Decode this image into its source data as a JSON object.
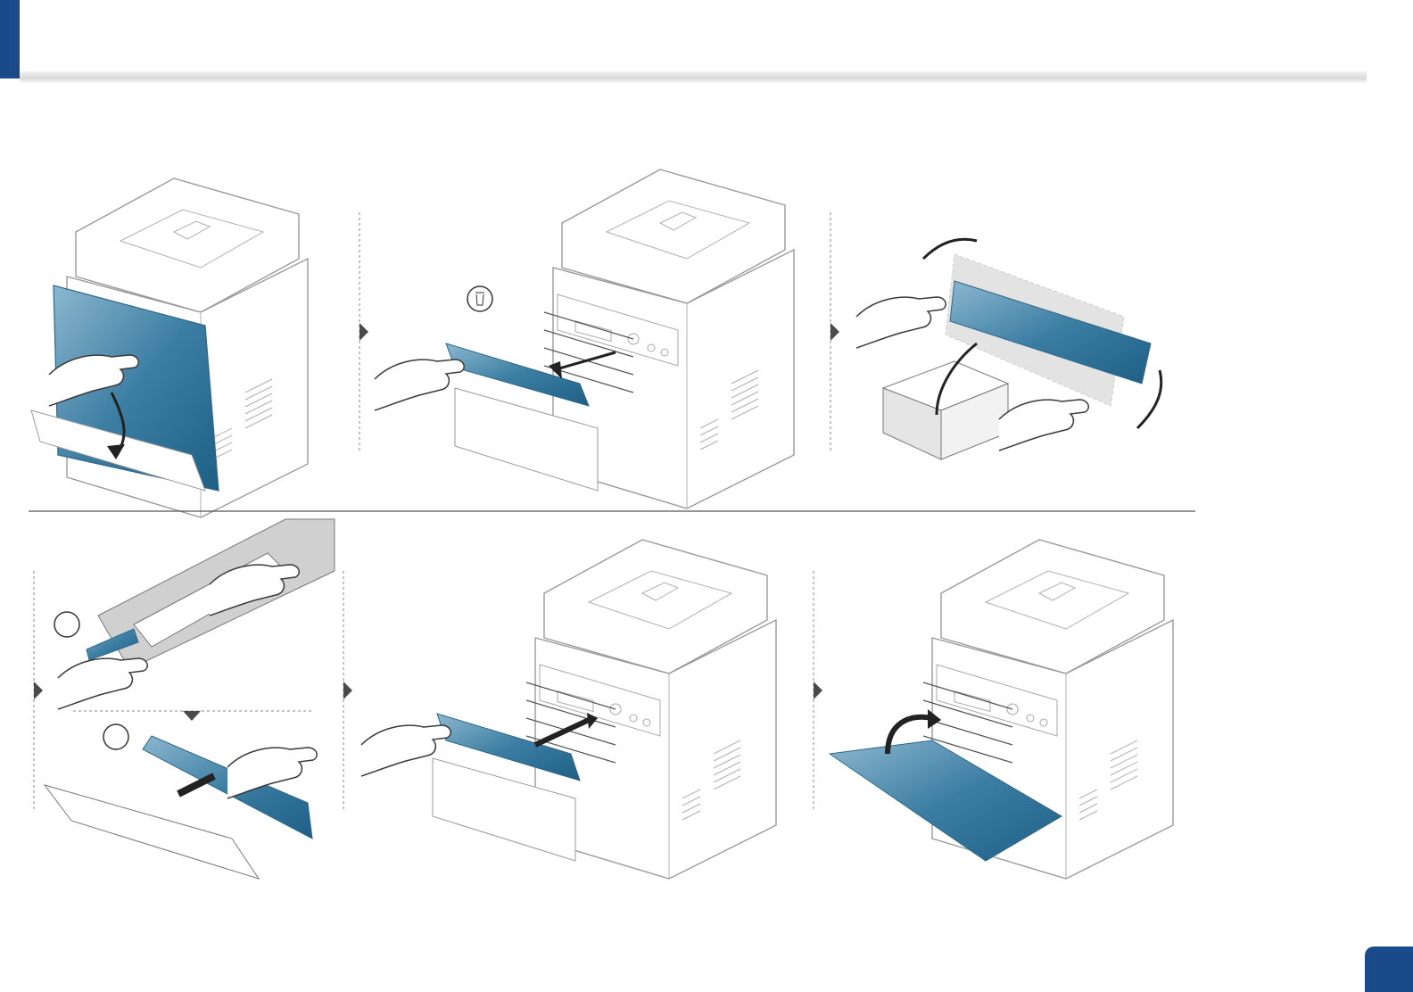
{
  "theme": {
    "accent": "#1a4a8a",
    "toner_blue": "#3c7ea3",
    "line_gray": "#9a9a9a"
  },
  "icons": {
    "disposal": "trash-recycle-icon",
    "step_marker": "play-triangle-icon"
  },
  "figure": {
    "rows": 2,
    "columns": 3,
    "steps": [
      {
        "row": 1,
        "col": 1,
        "action": "open-front-cover"
      },
      {
        "row": 1,
        "col": 2,
        "action": "pull-out-old-cartridge"
      },
      {
        "row": 1,
        "col": 3,
        "action": "shake-new-cartridge"
      },
      {
        "row": 2,
        "col": 1,
        "action": "remove-protective-cover"
      },
      {
        "row": 2,
        "col": 2,
        "action": "insert-new-cartridge"
      },
      {
        "row": 2,
        "col": 3,
        "action": "close-front-cover"
      }
    ]
  },
  "page_badge": {
    "label": ""
  }
}
